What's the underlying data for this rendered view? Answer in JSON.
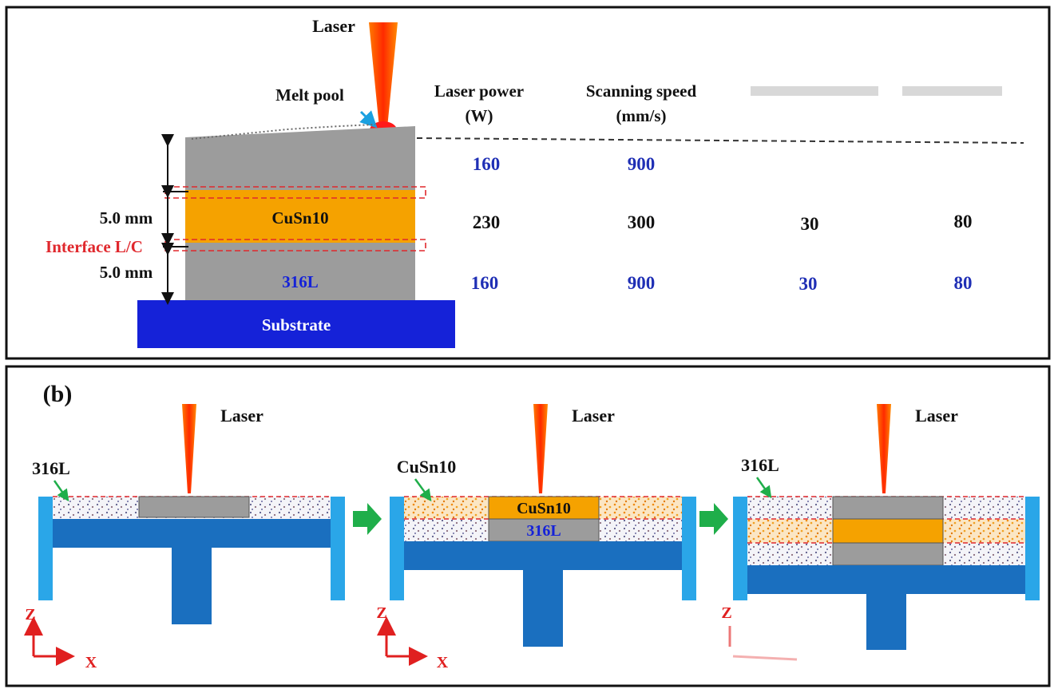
{
  "panel_a": {
    "laser_label": "Laser",
    "melt_pool_label": "Melt pool",
    "table": {
      "headers": [
        {
          "line1": "Laser power",
          "line2": "(W)"
        },
        {
          "line1": "Scanning speed",
          "line2": "(mm/s)"
        },
        {
          "line1": "",
          "line2": ""
        },
        {
          "line1": "",
          "line2": ""
        }
      ],
      "rows": [
        {
          "values": [
            "160",
            "900",
            "",
            ""
          ],
          "color": "#1f2fb5"
        },
        {
          "values": [
            "230",
            "300",
            "30",
            "80"
          ],
          "color": "#111111"
        },
        {
          "values": [
            "160",
            "900",
            "30",
            "80"
          ],
          "color": "#1f2fb5"
        }
      ]
    },
    "cusn10_label": "CuSn10",
    "ss316l_label": "316L",
    "substrate_label": "Substrate",
    "dim_upper": "5.0 mm",
    "dim_lower": "5.0 mm",
    "interface_label": "Interface L/C"
  },
  "panel_b": {
    "panel_label": "(b)",
    "steps": [
      {
        "laser_label": "Laser",
        "powder_label": "316L",
        "block_labels": []
      },
      {
        "laser_label": "Laser",
        "powder_label": "CuSn10",
        "block_labels": [
          "CuSn10",
          "316L"
        ]
      },
      {
        "laser_label": "Laser",
        "powder_label": "316L",
        "block_labels": []
      }
    ],
    "axis_z": "Z",
    "axis_x": "X"
  },
  "colors": {
    "substrate_blue": "#1522d8",
    "stage_blue": "#1a6fbf",
    "wall_blue": "#2aa6e8",
    "cusn10_orange": "#f5a200",
    "steel_gray": "#9a9a9a",
    "interface_red": "#e0282d",
    "arrow_green": "#1fae4a",
    "axis_red": "#e02020"
  }
}
